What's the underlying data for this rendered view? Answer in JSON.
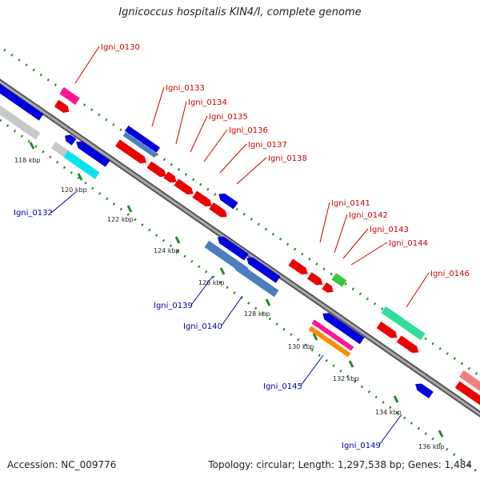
{
  "title": "Ignicoccus hospitalis KIN4/I, complete genome",
  "accession": "Accession: NC_009776",
  "topology": "Topology: circular; Length: 1,297,538 bp; Genes: 1,484",
  "ticks": [
    "118 kbp",
    "120 kbp",
    "122 kbp",
    "124 kbp",
    "126 kbp",
    "128 kbp",
    "130 kbp",
    "132 kbp",
    "134 kbp",
    "136 kbp"
  ],
  "labels_forward": [
    "Igni_0130",
    "Igni_0133",
    "Igni_0134",
    "Igni_0135",
    "Igni_0136",
    "Igni_0137",
    "Igni_0138",
    "Igni_0141",
    "Igni_0142",
    "Igni_0143",
    "Igni_0144",
    "Igni_0146"
  ],
  "labels_reverse": [
    "Igni_0132",
    "Igni_0139",
    "Igni_0140",
    "Igni_0145",
    "Igni_0149"
  ],
  "colors": {
    "backbone": "#8a8a8a",
    "tick_dots": "#228b22",
    "forward_label": "#cc0000",
    "reverse_label": "#0000aa",
    "cds_red": "#ee0000",
    "cds_blue": "#0000dd",
    "cds_steel": "#4a7fbf",
    "cds_magenta": "#ff1493",
    "cds_green": "#33cc33",
    "cds_seagreen": "#33dd99",
    "cds_cyan": "#00e5ee",
    "cds_orange": "#ff8c00",
    "cds_grey": "#c8c8c8",
    "cds_pink": "#f08080"
  }
}
